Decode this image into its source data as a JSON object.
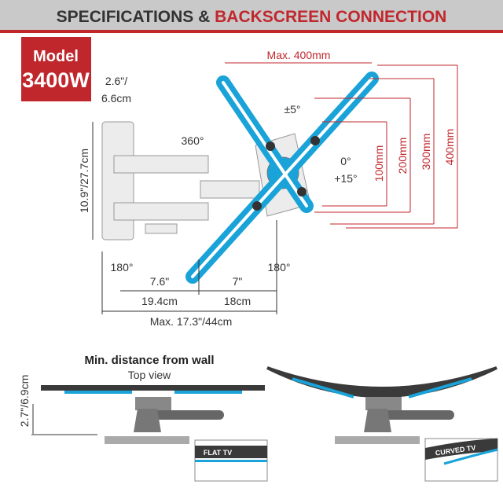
{
  "header": {
    "title_part1": "SPECIFICATIONS & ",
    "title_part2": "BACKSCREEN CONNECTION"
  },
  "model_badge": {
    "label": "Model",
    "value": "3400W"
  },
  "side_view": {
    "depth_in": "2.6\"/",
    "depth_cm": "6.6cm",
    "height": "10.9\"/27.7cm",
    "swivel_360": "360°",
    "tilt_side": "±5°",
    "tilt_0": "0°",
    "tilt_15": "+15°",
    "swivel_left": "180°",
    "swivel_right": "180°",
    "arm1_in": "7.6\"",
    "arm1_cm": "19.4cm",
    "arm2_in": "7\"",
    "arm2_cm": "18cm",
    "max_extension": "Max. 17.3\"/44cm"
  },
  "vesa": {
    "max_width": "Max. 400mm",
    "heights": [
      "100mm",
      "200mm",
      "300mm",
      "400mm"
    ]
  },
  "top_view": {
    "title": "Min. distance from wall",
    "subtitle": "Top view",
    "distance": "2.7\"/6.9cm",
    "flat_label": "FLAT TV",
    "curved_label": "CURVED TV"
  },
  "colors": {
    "accent": "#c0272d",
    "blue": "#1aa3d8",
    "dark": "#3a3a3a"
  }
}
